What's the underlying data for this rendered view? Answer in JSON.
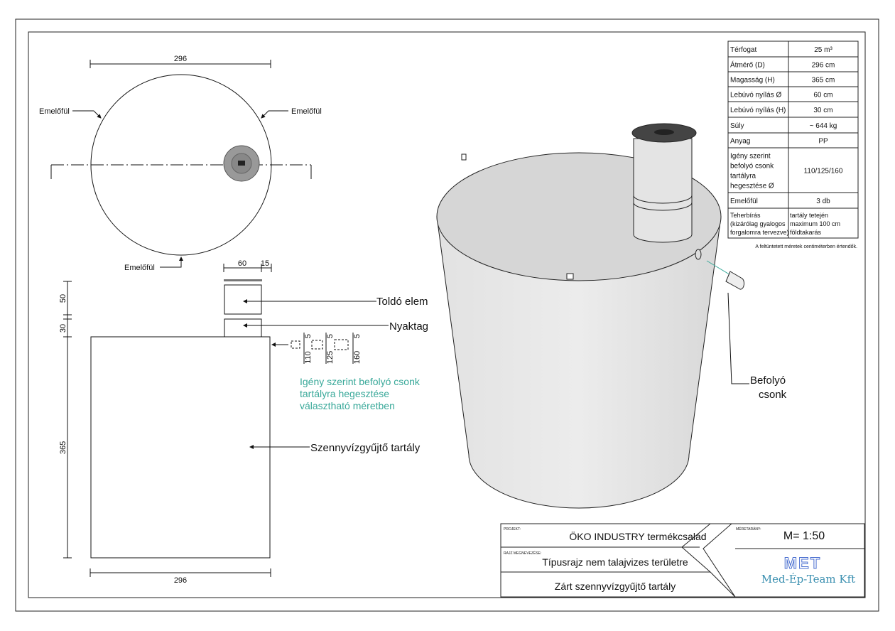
{
  "top_view": {
    "diameter_dim": "296",
    "lug_left": "Emelőfül",
    "lug_right": "Emelőfül",
    "lug_bottom": "Emelőfül"
  },
  "side_view": {
    "dim_60": "60",
    "dim_15": "15",
    "dim_50": "50",
    "dim_30": "30",
    "dim_365": "365",
    "dim_296": "296",
    "label_extension": "Toldó elem",
    "label_neck": "Nyaktag",
    "label_tank": "Szennyvízgyűjtő tartály",
    "inlet_sizes": [
      "110",
      "125",
      "160"
    ],
    "inlet_offset": "5",
    "inlet_note": [
      "Igény szerint befolyó csonk",
      "tartályra hegesztése",
      "választható méretben"
    ]
  },
  "iso_view": {
    "inlet_label": [
      "Befolyó",
      "csonk"
    ]
  },
  "spec_table": {
    "rows": [
      {
        "label": [
          "Térfogat"
        ],
        "value": [
          "25 m³"
        ]
      },
      {
        "label": [
          "Átmérő (D)"
        ],
        "value": [
          "296 cm"
        ]
      },
      {
        "label": [
          "Magasság (H)"
        ],
        "value": [
          "365 cm"
        ]
      },
      {
        "label": [
          "Lebúvó nyílás Ø"
        ],
        "value": [
          "60 cm"
        ]
      },
      {
        "label": [
          "Lebúvó nyílás (H)"
        ],
        "value": [
          "30 cm"
        ]
      },
      {
        "label": [
          "Súly"
        ],
        "value": [
          "~ 644 kg"
        ]
      },
      {
        "label": [
          "Anyag"
        ],
        "value": [
          "PP"
        ]
      },
      {
        "label": [
          "Igény szerint",
          "befolyó csonk",
          "tartályra",
          "hegesztése Ø"
        ],
        "value": [
          "110/125/160"
        ]
      },
      {
        "label": [
          "Emelőfül"
        ],
        "value": [
          "3 db"
        ]
      },
      {
        "label": [
          "Teherbírás",
          "(kizárólag gyalogos",
          "forgalomra tervezve)"
        ],
        "value": [
          "tartály tetején",
          "maximum 100 cm",
          "földtakarás"
        ]
      }
    ],
    "note": "A feltüntetett méretek centiméterben értendők."
  },
  "title_block": {
    "project_caption": "PROJEKT:",
    "project": "ÖKO INDUSTRY termékcsalád",
    "drawing_caption": "RAJZ MEGNEVEZÉSE:",
    "drawing_name": "Típusrajz nem talajvizes területre",
    "drawing_subject": "Zárt szennyvízgyűjtő tartály",
    "scale_caption": "MÉRETARÁNY:",
    "scale": "M= 1:50",
    "company": "Med-Ép-Team Kft",
    "logo_text": "MET"
  },
  "colors": {
    "accent": "#3aa99a",
    "logo_blue": "#4a6fd0"
  }
}
